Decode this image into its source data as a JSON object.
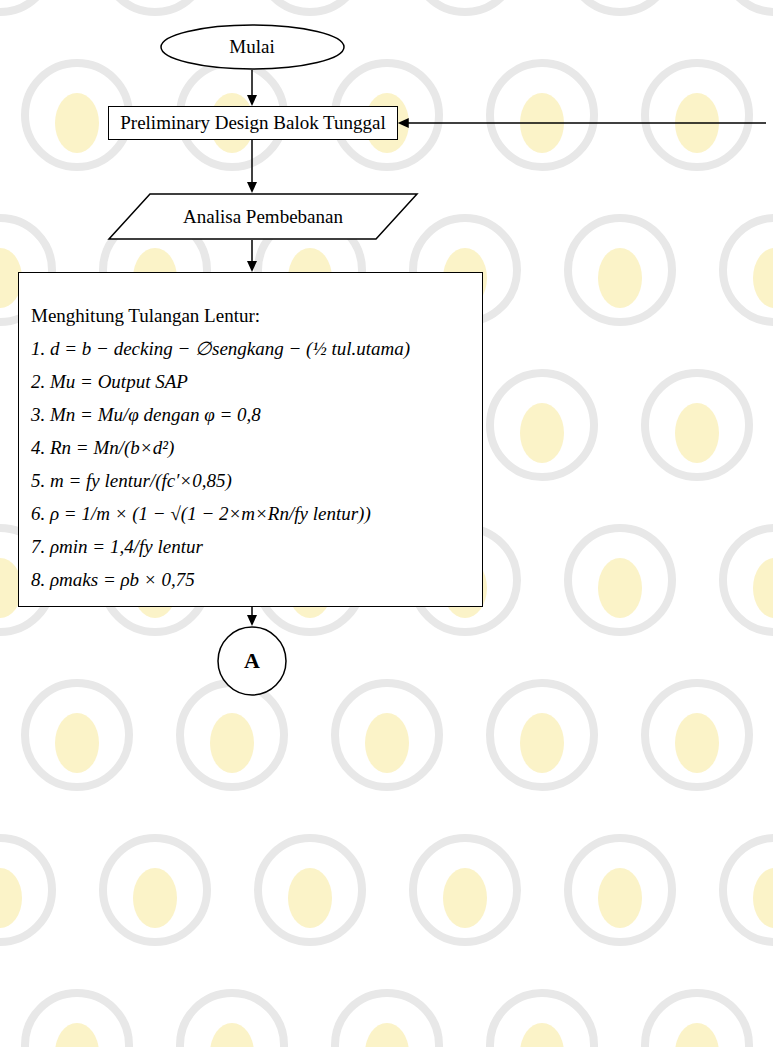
{
  "diagram": {
    "nodes": [
      {
        "text": [
          "Mulai"
        ]
      },
      {
        "text": [
          "Preliminary Design Balok Tunggal"
        ]
      },
      {
        "text": [
          "Analisa Pembebanan"
        ]
      },
      {
        "text": [
          "Menghitung Tulangan Lentur:",
          "1. d = b − decking − ∅sengkang − (½ tul.utama)",
          "2. Mu = Output SAP",
          "3. Mn = Mu/φ dengan φ = 0,8",
          "4. Rn = Mn/(b×d²)",
          "5. m = fy lentur/(fc′×0,85)",
          "6. ρ = 1/m × (1 − √(1 − 2×m×Rn/fy lentur))",
          "7. ρmin = 1,4/fy lentur",
          "8. ρmaks = ρb × 0,75"
        ]
      },
      {
        "text": [
          "A"
        ]
      }
    ],
    "edges": [
      {
        "from": 0,
        "to": 1,
        "arrow": "to"
      },
      {
        "from": 1,
        "to": 2,
        "arrow": "to"
      },
      {
        "from": 2,
        "to": 3,
        "arrow": "to"
      },
      {
        "from": 3,
        "to": 4,
        "arrow": "to"
      }
    ]
  }
}
